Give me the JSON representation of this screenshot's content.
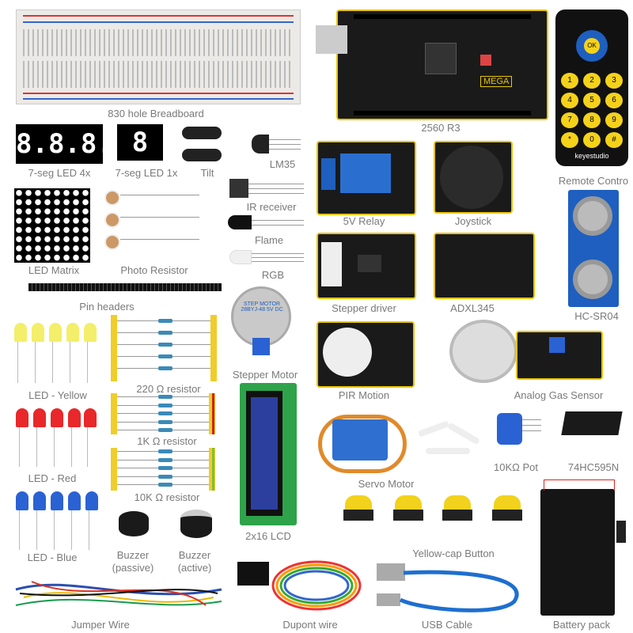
{
  "components": {
    "breadboard": "830 hole Breadboard",
    "mega": "2560 R3",
    "remote": "Remote Contro",
    "seg4": "7-seg LED 4x",
    "seg1": "7-seg LED 1x",
    "tilt": "Tilt",
    "lm35": "LM35",
    "ir": "IR receiver",
    "relay": "5V Relay",
    "joystick": "Joystick",
    "matrix": "LED Matrix",
    "photo": "Photo Resistor",
    "flame": "Flame",
    "rgb": "RGB",
    "pins": "Pin headers",
    "stepdrv": "Stepper driver",
    "adxl": "ADXL345",
    "hcsr": "HC-SR04",
    "ledy": "LED - Yellow",
    "r220": "220 Ω resistor",
    "stepmotor": "Stepper Motor",
    "pir": "PIR Motion",
    "gas": "Analog Gas Sensor",
    "ledr": "LED - Red",
    "r1k": "1K Ω resistor",
    "r10k": "10K Ω resistor",
    "lcd": "2x16 LCD",
    "servo": "Servo Motor",
    "pot": "10KΩ Pot",
    "ic": "74HC595N",
    "button": "Yellow-cap Button",
    "ledb": "LED - Blue",
    "buzzp": "Buzzer\n(passive)",
    "buzza": "Buzzer\n(active)",
    "jumper": "Jumper Wire",
    "dupont": "Dupont wire",
    "usb": "USB Cable",
    "battery": "Battery pack"
  },
  "board_text": {
    "brand": "keyestudio",
    "mega": "MEGA",
    "seg4": "8.8.8.8",
    "seg1": "8",
    "stepper_print": "STEP MOTOR 28BYJ-48 5V DC"
  },
  "remote_keys": [
    "OK",
    "1",
    "2",
    "3",
    "4",
    "5",
    "6",
    "7",
    "8",
    "9",
    "*",
    "0",
    "#"
  ]
}
